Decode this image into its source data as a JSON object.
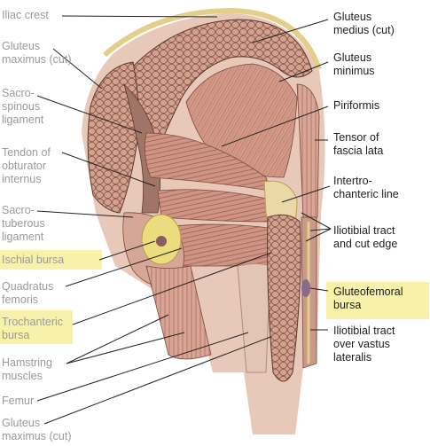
{
  "colors": {
    "muscle": "#d49c8c",
    "muscle_dark": "#a8665a",
    "fascia": "#ecd9a2",
    "bone": "#e6d8a8",
    "bursa": "#e9dc78",
    "highlight": "#f6ee9a",
    "leader": "#222222"
  },
  "labels_left": [
    {
      "key": "iliac_crest",
      "lines": [
        "Iliac crest"
      ]
    },
    {
      "key": "gluteus_maximus_cut_top",
      "lines": [
        "Gluteus",
        "maximus (cut)"
      ]
    },
    {
      "key": "sacrospinous",
      "lines": [
        "Sacro-",
        "spinous",
        "ligament"
      ]
    },
    {
      "key": "tendon_obturator",
      "lines": [
        "Tendon of",
        "obturator",
        "internus"
      ]
    },
    {
      "key": "sacrotuberous",
      "lines": [
        "Sacro-",
        "tuberous",
        "ligament"
      ]
    },
    {
      "key": "ischial_bursa",
      "lines": [
        "Ischial bursa"
      ]
    },
    {
      "key": "quadratus",
      "lines": [
        "Quadratus",
        "femoris"
      ]
    },
    {
      "key": "trochanteric_bursa",
      "lines": [
        "Trochanteric",
        "bursa"
      ]
    },
    {
      "key": "hamstring",
      "lines": [
        "Hamstring",
        "muscles"
      ]
    },
    {
      "key": "femur",
      "lines": [
        "Femur"
      ]
    },
    {
      "key": "gluteus_maximus_cut_bottom",
      "lines": [
        "Gluteus",
        "maximus (cut)"
      ]
    }
  ],
  "labels_right": [
    {
      "key": "gluteus_medius",
      "lines": [
        "Gluteus",
        "medius (cut)"
      ]
    },
    {
      "key": "gluteus_minimus",
      "lines": [
        "Gluteus",
        "minimus"
      ]
    },
    {
      "key": "piriformis",
      "lines": [
        "Piriformis"
      ]
    },
    {
      "key": "tensor",
      "lines": [
        "Tensor of",
        "fascia lata"
      ]
    },
    {
      "key": "intertrochanteric",
      "lines": [
        "Intertro-",
        "chanteric line"
      ]
    },
    {
      "key": "iliotibial_cut",
      "lines": [
        "Iliotibial tract",
        "and cut edge"
      ]
    },
    {
      "key": "gluteofemoral",
      "lines": [
        "Gluteofemoral",
        "bursa"
      ]
    },
    {
      "key": "iliotibial_vastus",
      "lines": [
        "Iliotibial tract",
        "over vastus",
        "lateralis"
      ]
    }
  ]
}
